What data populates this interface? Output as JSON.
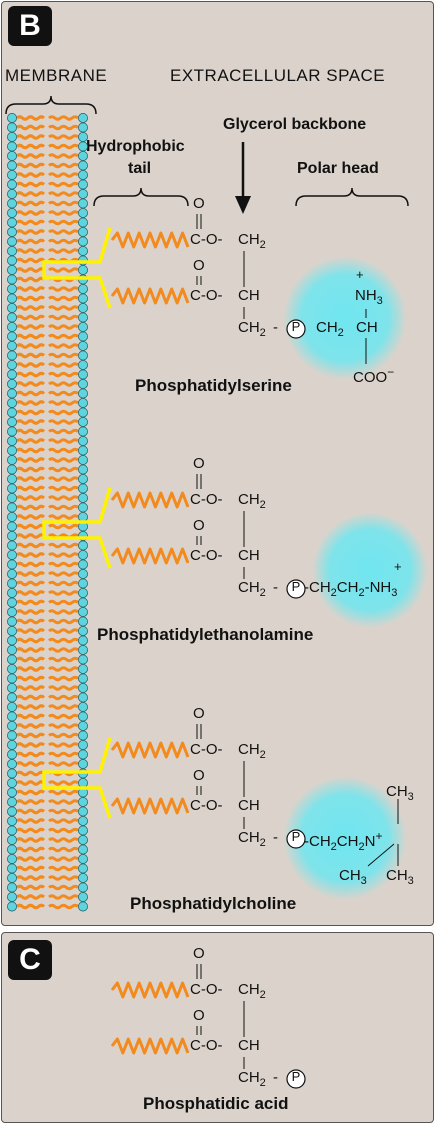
{
  "panel_b": {
    "letter": "B",
    "membrane_label": "MEMBRANE",
    "extracellular_label": "EXTRACELLULAR SPACE",
    "hydrophobic_tail_line1": "Hydrophobic",
    "hydrophobic_tail_line2": "tail",
    "glycerol_label": "Glycerol backbone",
    "polar_head_label": "Polar head",
    "lipids": [
      {
        "name": "Phosphatidylserine"
      },
      {
        "name": "Phosphatidylethanolamine"
      },
      {
        "name": "Phosphatidylcholine"
      }
    ]
  },
  "panel_c": {
    "letter": "C",
    "name": "Phosphatidic acid"
  },
  "chem": {
    "carbonyl_O": "O",
    "ester": "C-O-",
    "ch2": "CH",
    "ch": "CH",
    "sub2": "2",
    "phosphate": "P",
    "serine_nh": "NH",
    "serine_chain": "CH",
    "serine_ch": "CH",
    "coo": "COO",
    "eth_chain": "CH",
    "eth_nh": "NH",
    "sub3": "3",
    "plus": "+",
    "minus": "−",
    "choline_chain": "CH",
    "choline_n": "N",
    "ch3": "CH"
  },
  "colors": {
    "panel_bg": "#dbd3cb",
    "lipid_head": "#5fd3de",
    "lipid_tail": "#f28a1e",
    "highlight": "#fff200",
    "polar_glow": "#6fe6f0"
  }
}
